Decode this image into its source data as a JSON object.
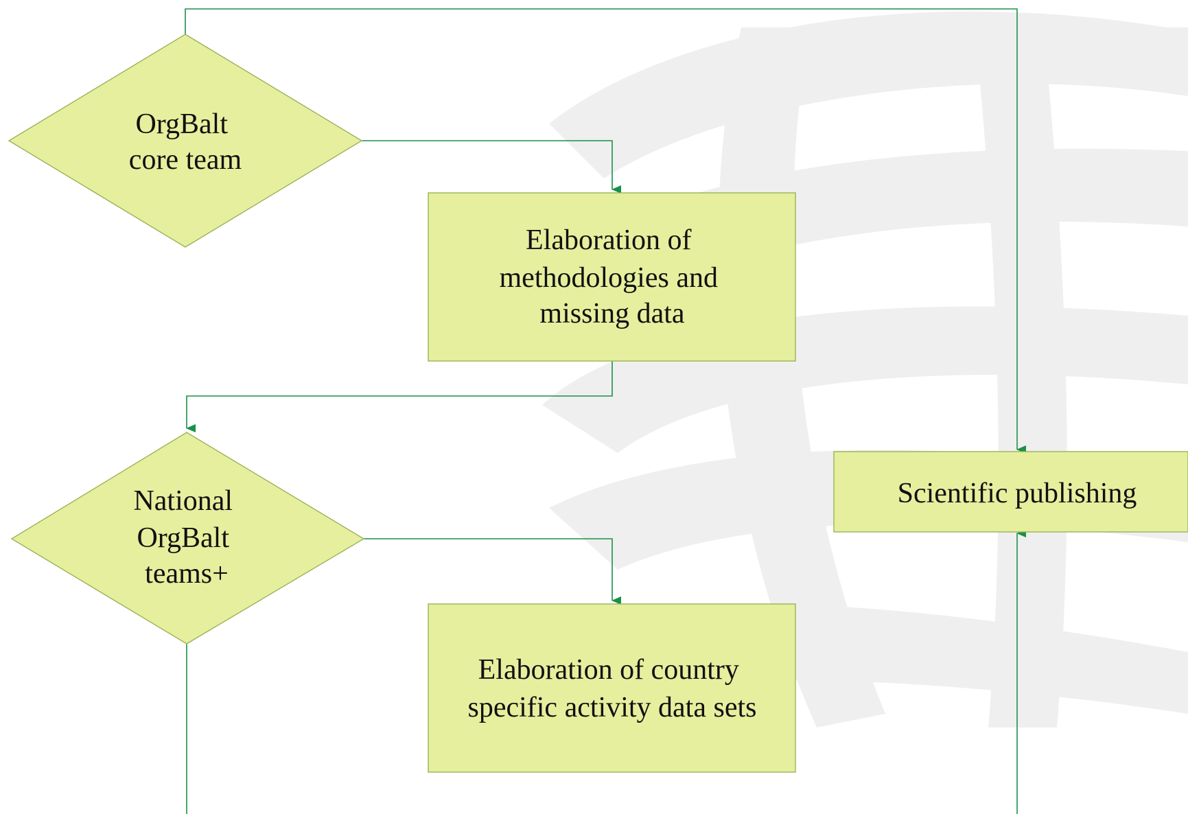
{
  "colors": {
    "node_fill": "#e6ef9e",
    "node_stroke": "#9ab35a",
    "connector": "#199146",
    "watermark": "#efefef"
  },
  "watermark": {
    "icon": "globe-icon"
  },
  "nodes": {
    "orgbalt_core_team": {
      "kind": "decision",
      "lines": [
        "OrgBalt",
        "core team"
      ]
    },
    "elaboration_methodologies": {
      "kind": "process",
      "lines": [
        "Elaboration of",
        "methodologies and",
        "missing data"
      ]
    },
    "national_orgbalt_teams": {
      "kind": "decision",
      "lines": [
        "National",
        "OrgBalt",
        "teams+"
      ]
    },
    "elaboration_country_data": {
      "kind": "process",
      "lines": [
        "Elaboration of country",
        "specific activity data sets"
      ]
    },
    "scientific_publishing": {
      "kind": "process",
      "lines": [
        "Scientific publishing"
      ]
    }
  },
  "edges": [
    {
      "from": "orgbalt_core_team",
      "to": "scientific_publishing"
    },
    {
      "from": "orgbalt_core_team",
      "to": "elaboration_methodologies"
    },
    {
      "from": "elaboration_methodologies",
      "to": "national_orgbalt_teams"
    },
    {
      "from": "national_orgbalt_teams",
      "to": "elaboration_country_data"
    },
    {
      "from": "national_orgbalt_teams",
      "to": "continues-below"
    },
    {
      "from": "continues-below",
      "to": "scientific_publishing"
    }
  ]
}
